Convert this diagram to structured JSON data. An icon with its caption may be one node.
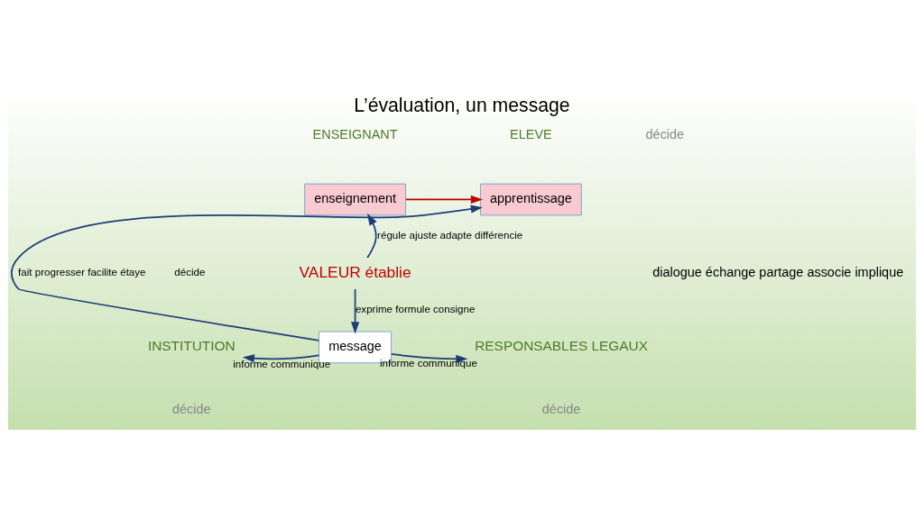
{
  "diagram": {
    "title": "L’évaluation, un message",
    "nodes": [
      {
        "text": [
          "enseignement"
        ]
      },
      {
        "text": [
          "apprentissage"
        ]
      },
      {
        "text": [
          "VALEUR établie"
        ]
      },
      {
        "text": [
          "message"
        ]
      },
      {
        "text": [
          "INSTITUTION"
        ]
      },
      {
        "text": [
          "RESPONSABLES LEGAUX"
        ]
      }
    ],
    "edges": [
      {
        "from": 0,
        "to": 1,
        "arrow": "to",
        "color": "#c00000"
      },
      {
        "from": 2,
        "to": 0,
        "arrow": "to",
        "label": "régule ajuste adapte différencie"
      },
      {
        "from": 2,
        "to": 3,
        "arrow": "to",
        "label": "exprime formule consigne"
      },
      {
        "from": 3,
        "to": 1,
        "arrow": "to",
        "label": "fait progresser facilite étaye"
      },
      {
        "from": 3,
        "to": 4,
        "arrow": "to",
        "label": "informe communique"
      },
      {
        "from": 3,
        "to": 5,
        "arrow": "to",
        "label": "informe communique"
      }
    ],
    "labels": [
      "ENSEIGNANT",
      "ELEVE",
      "décide",
      "décide",
      "dialogue échange partage associe implique",
      "décide",
      "décide"
    ]
  }
}
